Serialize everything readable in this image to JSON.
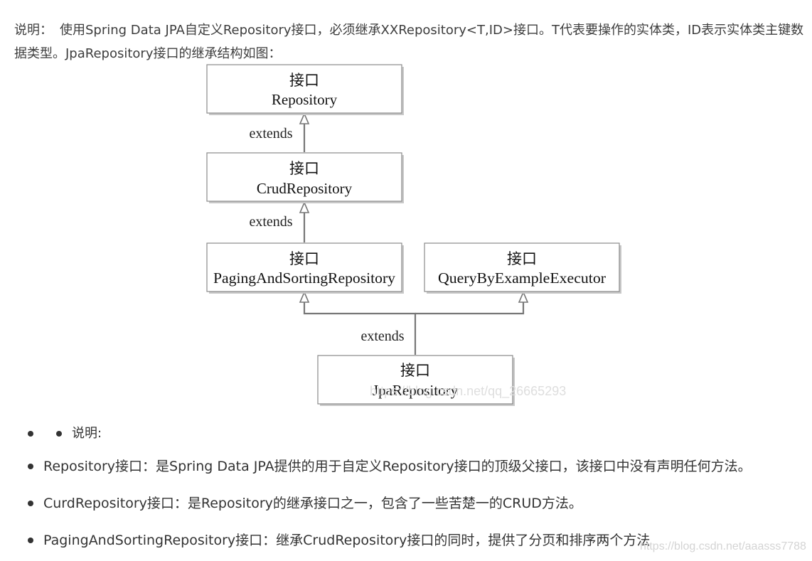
{
  "intro": {
    "lead": "说明：",
    "text": "使用Spring Data JPA自定义Repository接口，必须继承XXRepository<T,ID>接口。T代表要操作的实体类，ID表示实体类主键数据类型。JpaRepository接口的继承结构如图："
  },
  "diagram": {
    "boxes": [
      {
        "keyword": "接口",
        "name": "Repository"
      },
      {
        "keyword": "接口",
        "name": "CrudRepository"
      },
      {
        "keyword": "接口",
        "name": "PagingAndSortingRepository"
      },
      {
        "keyword": "接口",
        "name": "QueryByExampleExecutor"
      },
      {
        "keyword": "接口",
        "name": "JpaRepository"
      }
    ],
    "edge_labels": [
      "extends",
      "extends",
      "extends"
    ],
    "watermark": "https://blog.csdn.net/qq_26665293"
  },
  "notes": {
    "nested_label": "说明:",
    "items": [
      "Repository接口：是Spring Data JPA提供的用于自定义Repository接口的顶级父接口，该接口中没有声明任何方法。",
      "CurdRepository接口：是Repository的继承接口之一，包含了一些苦楚一的CRUD方法。",
      "PagingAndSortingRepository接口：继承CrudRepository接口的同时，提供了分页和排序两个方法"
    ]
  },
  "footer_watermark": "https://blog.csdn.net/aaasss7788"
}
